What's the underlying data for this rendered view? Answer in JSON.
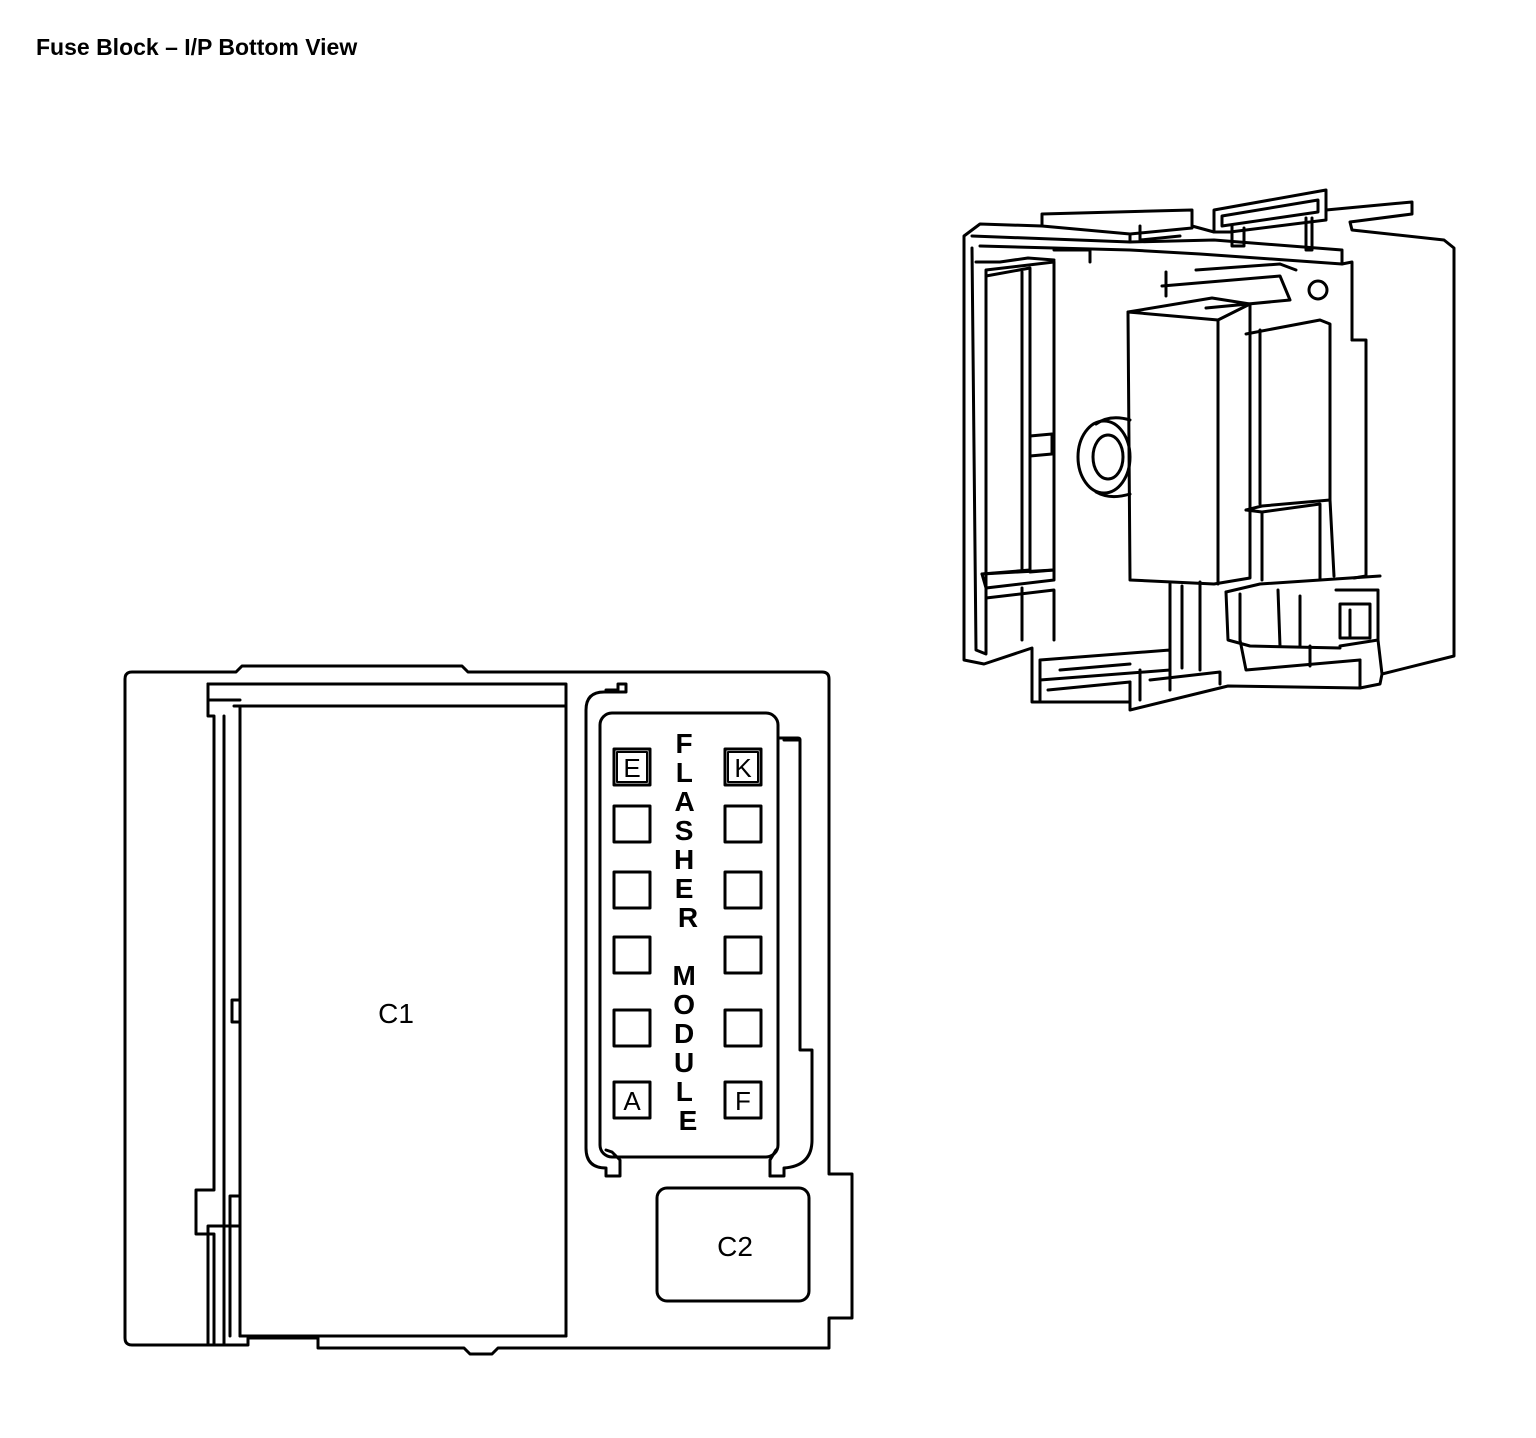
{
  "title": "Fuse Block – I/P Bottom View",
  "connectors": {
    "c1": "C1",
    "c2": "C2"
  },
  "flasher": {
    "word1": "FLASHER",
    "word2": "MODULE",
    "pin_top_left": "E",
    "pin_top_right": "K",
    "pin_bottom_left": "A",
    "pin_bottom_right": "F"
  }
}
